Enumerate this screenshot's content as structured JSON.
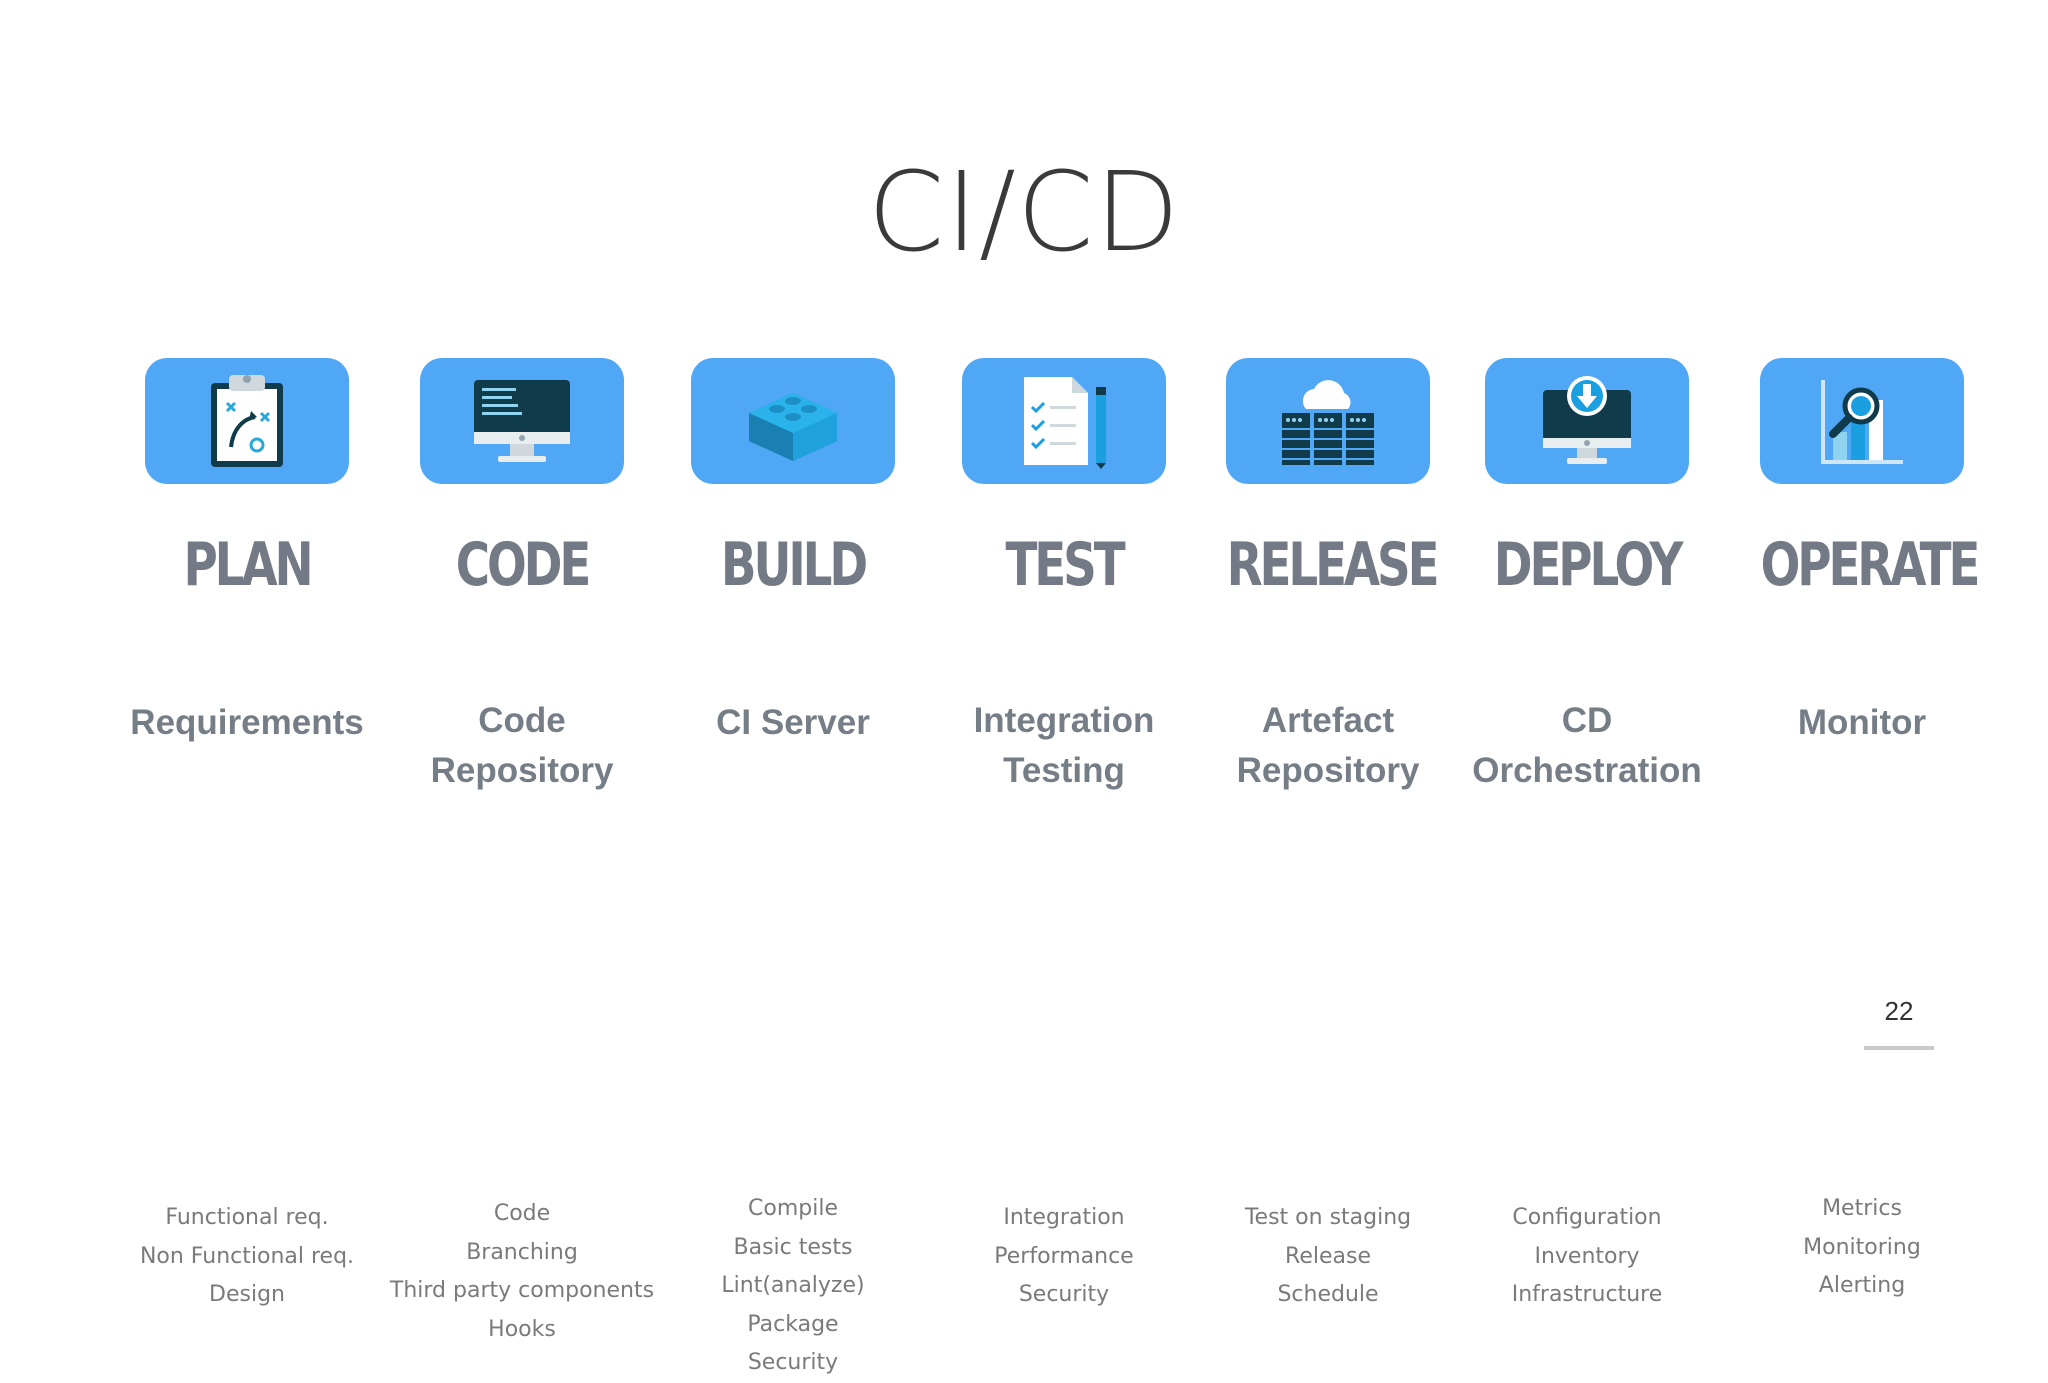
{
  "slide": {
    "title": "CI/CD",
    "page_number": "22"
  },
  "stages": [
    {
      "name": "PLAN",
      "tool": "Requirements",
      "items": [
        "Functional req.",
        "Non Functional req.",
        "Design"
      ],
      "icon": "clipboard-strategy-icon"
    },
    {
      "name": "CODE",
      "tool": "Code Repository",
      "items": [
        "Code",
        "Branching",
        "Third party components",
        "Hooks"
      ],
      "icon": "code-monitor-icon"
    },
    {
      "name": "BUILD",
      "tool": "CI Server",
      "items": [
        "Compile",
        "Basic tests",
        "Lint(analyze)",
        "Package",
        "Security"
      ],
      "icon": "lego-brick-icon"
    },
    {
      "name": "TEST",
      "tool": "Integration Testing",
      "items": [
        "Integration",
        "Performance",
        "Security"
      ],
      "icon": "checklist-pencil-icon"
    },
    {
      "name": "RELEASE",
      "tool": "Artefact Repository",
      "items": [
        "Test on staging",
        "Release",
        "Schedule"
      ],
      "icon": "cloud-servers-icon"
    },
    {
      "name": "DEPLOY",
      "tool": "CD Orchestration",
      "items": [
        "Configuration",
        "Inventory",
        "Infrastructure"
      ],
      "icon": "monitor-download-icon"
    },
    {
      "name": "OPERATE",
      "tool": "Monitor",
      "items": [
        "Metrics",
        "Monitoring",
        "Alerting"
      ],
      "icon": "chart-magnifier-icon"
    }
  ],
  "colors": {
    "card": "#4fa7f5",
    "stage_text": "#737a86",
    "tool_text": "#757d87",
    "item_text": "#7a7a7a",
    "title_text": "#3a3a3a"
  }
}
